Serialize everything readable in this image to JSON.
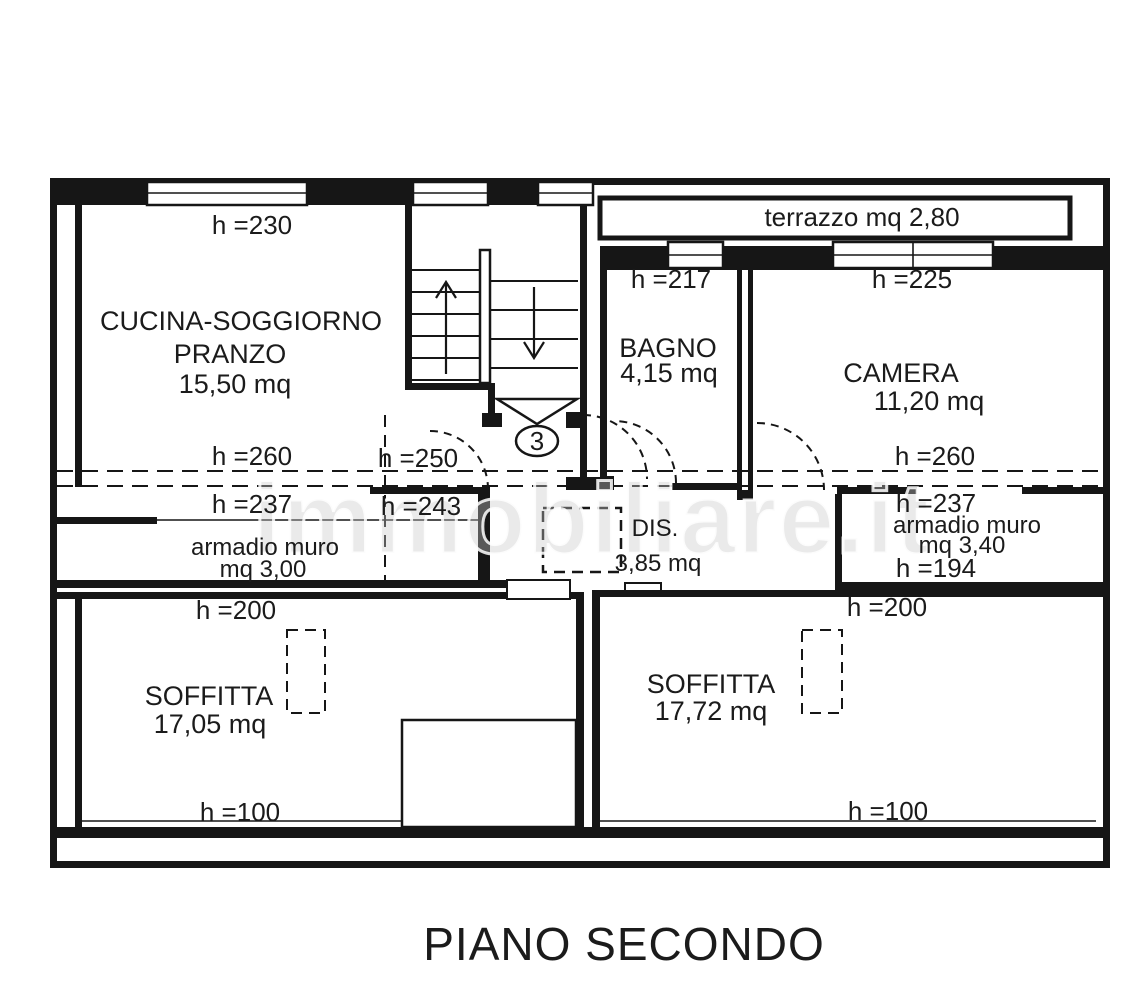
{
  "plan": {
    "title": "PIANO SECONDO",
    "watermark": "immobiliare.it",
    "colors": {
      "ink": "#161616",
      "paper": "#ffffff",
      "watermark_fill": "#c7c7c7"
    },
    "kitchen": {
      "name1": "CUCINA-SOGGIORNO",
      "name2": "PRANZO",
      "area": "15,50 mq",
      "h_top": "h =230",
      "h_ridge": "h =260",
      "h_low": "h =237"
    },
    "stairwell": {
      "badge": "3",
      "h_ridge": "h =250",
      "h_low": "h =243"
    },
    "terrace": {
      "label": "terrazzo mq 2,80"
    },
    "bathroom": {
      "name": "BAGNO",
      "area": "4,15 mq",
      "h_top": "h =217"
    },
    "bedroom": {
      "name": "CAMERA",
      "area": "11,20 mq",
      "h_top": "h =225",
      "h_ridge": "h =260"
    },
    "closet_left": {
      "name": "armadio muro",
      "area": "mq 3,00"
    },
    "closet_right": {
      "name": "armadio muro",
      "area": "mq 3,40",
      "h_low": "h =237",
      "h_min": "h =194"
    },
    "hallway": {
      "name": "DIS.",
      "area": "3,85 mq"
    },
    "attic_left": {
      "name": "SOFFITTA",
      "area": "17,05 mq",
      "h_top": "h =200",
      "h_low": "h =100"
    },
    "attic_right": {
      "name": "SOFFITTA",
      "area": "17,72 mq",
      "h_top": "h =200",
      "h_low": "h =100"
    }
  }
}
